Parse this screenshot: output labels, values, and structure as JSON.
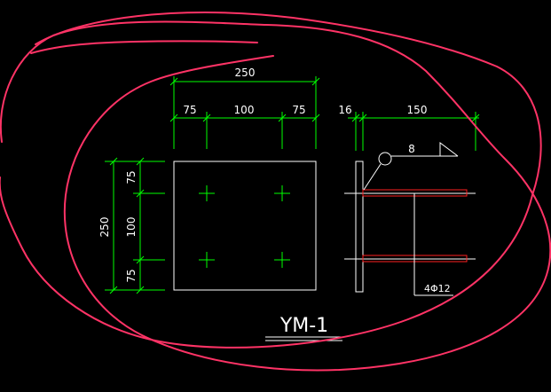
{
  "drawing": {
    "title": "YM-1",
    "plate_view": {
      "dim_total_width": "250",
      "dim_left": "75",
      "dim_middle": "100",
      "dim_right": "75",
      "dim_total_height": "250",
      "dim_top": "75",
      "dim_vmiddle": "100",
      "dim_bottom": "75"
    },
    "side_view": {
      "dim_thickness": "16",
      "dim_length": "150",
      "weld_size": "8",
      "rebar_callout": "4Φ12"
    }
  },
  "colors": {
    "background": "#000000",
    "geometry": "#ffffff",
    "dimension": "#00ff00",
    "rebar": "#ff2020",
    "markup": "#ff3366"
  }
}
